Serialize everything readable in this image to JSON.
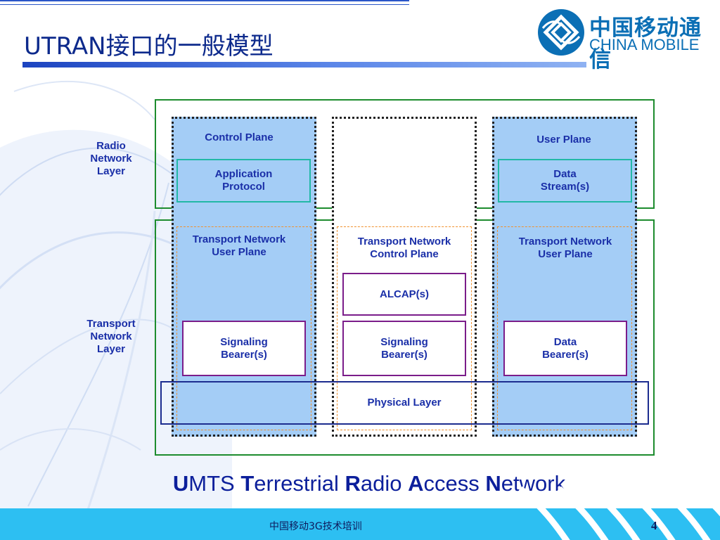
{
  "slide": {
    "title": "UTRAN接口的一般模型",
    "caption": {
      "u": "U",
      "u_rest": "MTS ",
      "t": "T",
      "t_rest": "errestrial ",
      "r": "R",
      "r_rest": "adio ",
      "a": "A",
      "a_rest": "ccess ",
      "n": "N",
      "n_rest": "etwork"
    },
    "footer_text": "中国移动3G技术培训",
    "page_number": "4"
  },
  "logo": {
    "chinese": "中国移动通信",
    "english": "CHINA MOBILE"
  },
  "diagram": {
    "layers": {
      "radio": "Radio\nNetwork\nLayer",
      "transport": "Transport\nNetwork\nLayer"
    },
    "planes": {
      "control": "Control Plane",
      "user": "User Plane"
    },
    "boxes": {
      "application_protocol": "Application\nProtocol",
      "data_streams": "Data\nStream(s)",
      "tn_user_plane_left": "Transport Network\nUser Plane",
      "tn_control_plane": "Transport Network\nControl Plane",
      "tn_user_plane_right": "Transport Network\nUser Plane",
      "alcap": "ALCAP(s)",
      "signaling_bearer_left": "Signaling\nBearer(s)",
      "signaling_bearer_mid": "Signaling\nBearer(s)",
      "data_bearers": "Data\nBearer(s)",
      "physical_layer": "Physical Layer"
    }
  },
  "colors": {
    "title": "#0d2a8c",
    "frame_green": "#1d8c2e",
    "column_blue": "#a4cdf6",
    "teal_box": "#22b8a6",
    "purple_box": "#7b1d8a",
    "footer_bar": "#2dbff2",
    "logo_blue": "#0b6fb5"
  }
}
